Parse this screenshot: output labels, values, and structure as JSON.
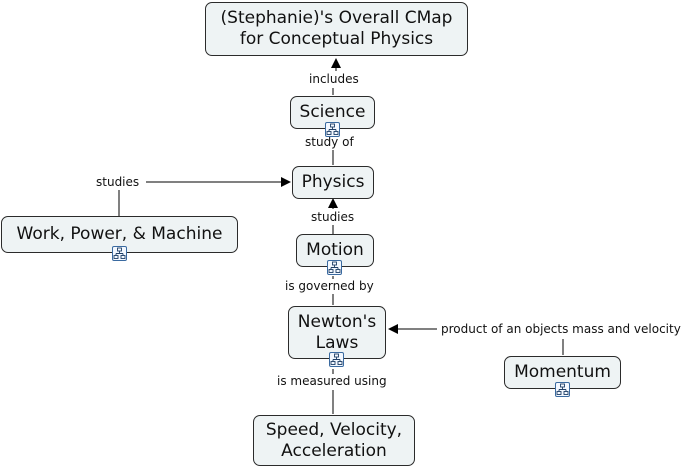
{
  "concepts": {
    "overall": "(Stephanie)'s Overall CMap\nfor Conceptual Physics",
    "science": "Science",
    "physics": "Physics",
    "work": "Work, Power, & Machine",
    "motion": "Motion",
    "newton": "Newton's\nLaws",
    "momentum": "Momentum",
    "speed": "Speed, Velocity,\nAcceleration"
  },
  "links": {
    "includes": "includes",
    "study_of": "study of",
    "studies_work": "studies",
    "studies_motion": "studies",
    "governed_by": "is governed by",
    "product": "product of an objects mass and velocity",
    "measured_using": "is measured using"
  },
  "icons": {
    "submap": "submap-icon"
  },
  "colors": {
    "node_fill": "#eef3f4",
    "node_border": "#2b2b2b",
    "line": "#000000",
    "icon_border": "#3a6aa0"
  }
}
